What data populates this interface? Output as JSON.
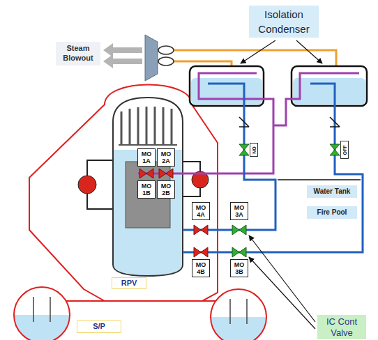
{
  "diagram": {
    "nodes": [
      {
        "text": [
          "Isolation Condenser"
        ]
      },
      {
        "text": [
          "Steam Blowout"
        ]
      },
      {
        "text": [
          "MO 1A"
        ]
      },
      {
        "text": [
          "MO 2A"
        ]
      },
      {
        "text": [
          "MO 1B"
        ]
      },
      {
        "text": [
          "MO 2B"
        ]
      },
      {
        "text": [
          "Water Tank"
        ]
      },
      {
        "text": [
          "Fire Pool"
        ]
      },
      {
        "text": [
          "MO 4A"
        ]
      },
      {
        "text": [
          "MO 3A"
        ]
      },
      {
        "text": [
          "MO 4B"
        ]
      },
      {
        "text": [
          "MO 3B"
        ]
      },
      {
        "text": [
          "RPV"
        ]
      },
      {
        "text": [
          "IC Cont Valve"
        ]
      },
      {
        "text": [
          "S/P"
        ]
      }
    ],
    "labels": [
      "NO",
      "OFF"
    ]
  }
}
